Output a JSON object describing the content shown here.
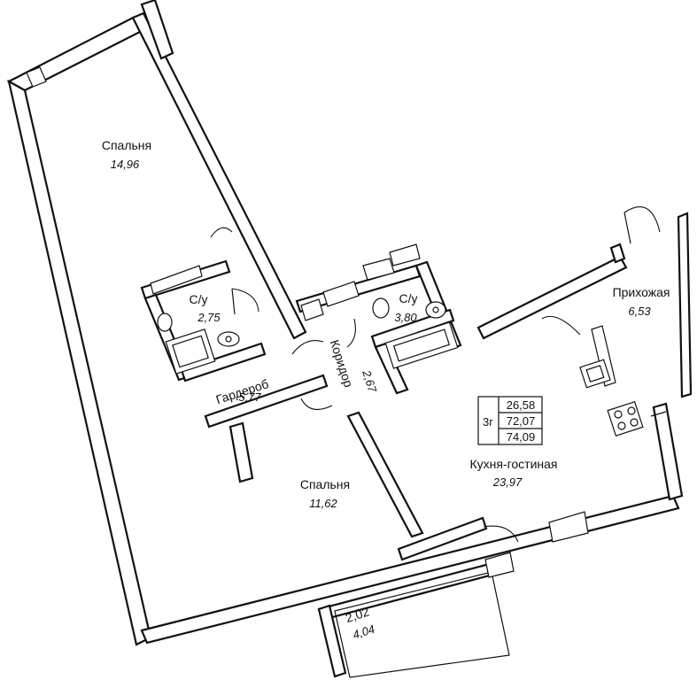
{
  "rooms": {
    "bedroom_top": {
      "label": "Спальня",
      "area": "14,96"
    },
    "bath_left": {
      "label": "С/у",
      "area": "2,75"
    },
    "bath_right": {
      "label": "С/у",
      "area": "3,80"
    },
    "wardrobe": {
      "label": "Гардероб",
      "area": "5,77"
    },
    "corridor": {
      "label": "Коридор",
      "area": "2,67"
    },
    "hall": {
      "label": "Прихожая",
      "area": "6,53"
    },
    "kitchen_living": {
      "label": "Кухня-гостиная",
      "area": "23,97"
    },
    "bedroom_bottom": {
      "label": "Спальня",
      "area": "11,62"
    },
    "balcony": {
      "area_1": "2,02",
      "area_2": "4,04"
    }
  },
  "summary": {
    "rooms_code": "3г",
    "living_area": "26,58",
    "total_area": "72,07",
    "total_with_balcony": "74,09"
  }
}
